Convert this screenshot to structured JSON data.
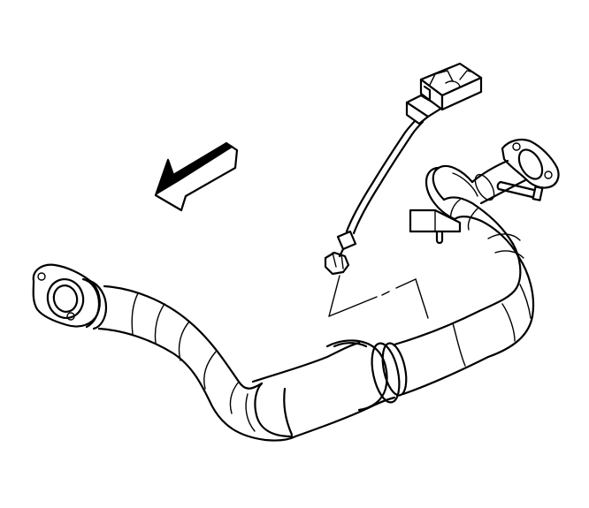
{
  "diagram": {
    "kind": "line-drawing",
    "subject": "exhaust-pipe-assembly",
    "colors": {
      "ink": "#000000",
      "background": "#ffffff"
    },
    "parts": [
      {
        "name": "front-flange"
      },
      {
        "name": "front-pipe"
      },
      {
        "name": "catalytic-converter"
      },
      {
        "name": "intermediate-pipe"
      },
      {
        "name": "rear-flange"
      },
      {
        "name": "mounting-stud"
      },
      {
        "name": "hanger-bracket"
      },
      {
        "name": "oxygen-sensor"
      },
      {
        "name": "sensor-wire"
      },
      {
        "name": "electrical-connector"
      },
      {
        "name": "direction-arrow"
      },
      {
        "name": "sensor-callout-box"
      }
    ]
  }
}
